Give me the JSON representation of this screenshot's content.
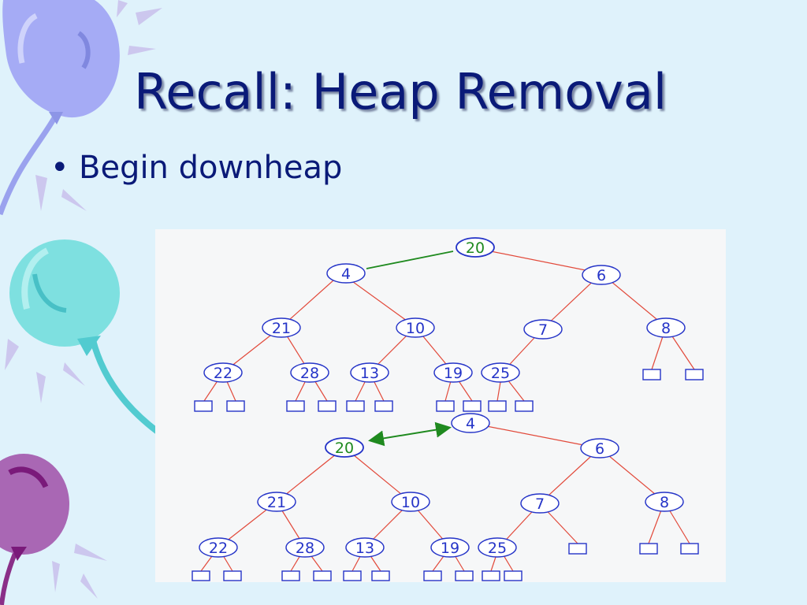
{
  "slide": {
    "title": "Recall: Heap Removal",
    "bullets": [
      {
        "text": "Begin downheap"
      }
    ]
  },
  "colors": {
    "title": "#0a1a78",
    "node_stroke": "#2534c8",
    "edge": "#e2493a",
    "highlight": "#1f8a1f",
    "background": "#dff2fb"
  },
  "trees": [
    {
      "nodes": [
        {
          "id": "a1",
          "label": "20",
          "highlight": true
        },
        {
          "id": "a2",
          "label": "4"
        },
        {
          "id": "a3",
          "label": "6"
        },
        {
          "id": "a4",
          "label": "21"
        },
        {
          "id": "a5",
          "label": "10"
        },
        {
          "id": "a6",
          "label": "7"
        },
        {
          "id": "a7",
          "label": "8"
        },
        {
          "id": "a8",
          "label": "22"
        },
        {
          "id": "a9",
          "label": "28"
        },
        {
          "id": "a10",
          "label": "13"
        },
        {
          "id": "a11",
          "label": "19"
        },
        {
          "id": "a12",
          "label": "25"
        }
      ]
    },
    {
      "nodes": [
        {
          "id": "b1",
          "label": "4"
        },
        {
          "id": "b2",
          "label": "20",
          "highlight": true
        },
        {
          "id": "b3",
          "label": "6"
        },
        {
          "id": "b4",
          "label": "21"
        },
        {
          "id": "b5",
          "label": "10"
        },
        {
          "id": "b6",
          "label": "7"
        },
        {
          "id": "b7",
          "label": "8"
        },
        {
          "id": "b8",
          "label": "22"
        },
        {
          "id": "b9",
          "label": "28"
        },
        {
          "id": "b10",
          "label": "13"
        },
        {
          "id": "b11",
          "label": "19"
        },
        {
          "id": "b12",
          "label": "25"
        }
      ]
    }
  ]
}
